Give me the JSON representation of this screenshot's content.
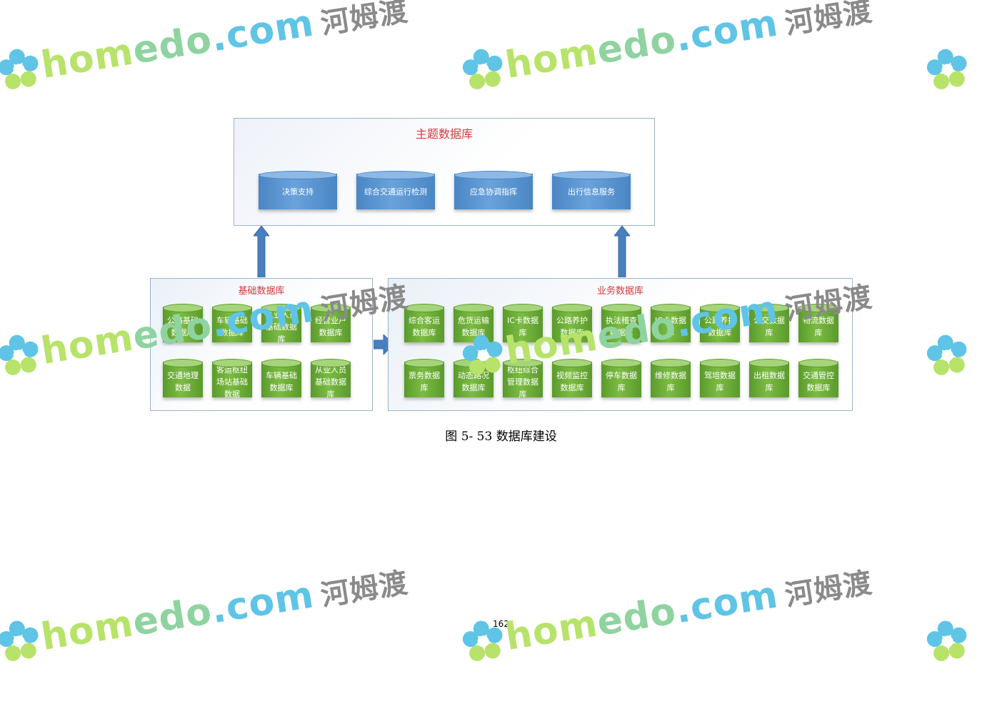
{
  "theme_db": {
    "title": "主题数据库",
    "items": [
      "决策支持",
      "综合交通运行检测",
      "应急协调指挥",
      "出行信息服务"
    ]
  },
  "base_db": {
    "title": "基础数据库",
    "row1": [
      "公路基础\n数据库",
      "车辆基础\n数据库",
      "从业人员\n基础数据\n库",
      "经营业户\n数据库"
    ],
    "row2": [
      "交通地理\n数据",
      "客运枢纽\n场站基础\n数据",
      "车辆基础\n数据库",
      "从业人员\n基础数据\n库"
    ]
  },
  "business_db": {
    "title": "业务数据库",
    "row1": [
      "综合客运\n数据库",
      "危货运输\n数据库",
      "IC卡数据\n库",
      "公路养护\n数据库",
      "执法稽查\n数据库",
      "IC卡数据\n库",
      "公路养护\n数据库",
      "公交数据\n库",
      "物流数据\n库"
    ],
    "row2": [
      "票务数据\n库",
      "动态路况\n数据库",
      "枢纽综合\n管理数据\n库",
      "视频监控\n数据库",
      "停车数据\n库",
      "维修数据\n库",
      "驾培数据\n库",
      "出租数据\n库",
      "交通管控\n数据库"
    ]
  },
  "caption": "图 5- 53   数据库建设",
  "page_number": "162",
  "watermark": {
    "part1": "hom",
    "part2": "edo",
    "part3": ".com",
    "cn": "河姆渡"
  },
  "colors": {
    "title_red": "#d9383a",
    "blue_cylinder": "#5b95d0",
    "green_cylinder": "#6aa934",
    "arrow_blue": "#4a7fbd",
    "border": "#9ab3cf"
  }
}
